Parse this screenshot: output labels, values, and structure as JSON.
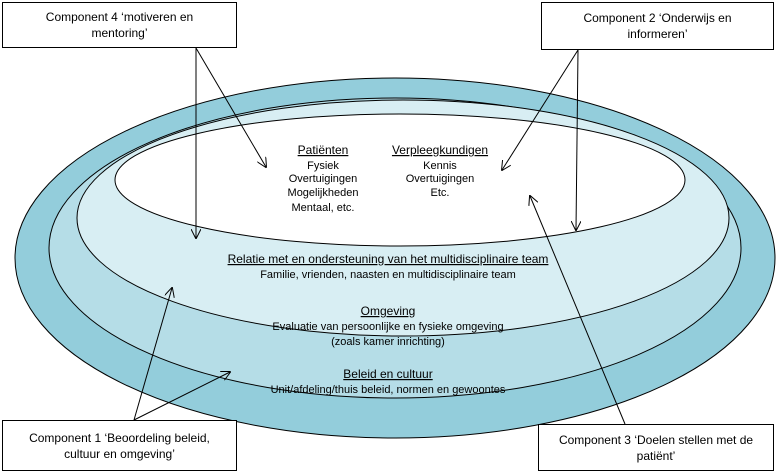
{
  "components": {
    "c4": "Component 4 ‘motiveren en mentoring’",
    "c2": "Component 2 ‘Onderwijs en informeren’",
    "c1": "Component 1 ‘Beoordeling beleid, cultuur en omgeving’",
    "c3": "Component 3 ‘Doelen stellen met de patiënt’"
  },
  "inner": {
    "patients": {
      "title": "Patiënten",
      "lines": [
        "Fysiek",
        "Overtuigingen",
        "Mogelijkheden",
        "Mentaal, etc."
      ]
    },
    "nurses": {
      "title": "Verpleegkundigen",
      "lines": [
        "Kennis",
        "Overtuigingen",
        "Etc."
      ]
    }
  },
  "ring_team": {
    "title": "Relatie met en ondersteuning van het multidisciplinaire team",
    "line": "Familie, vrienden, naasten en multidisciplinaire team"
  },
  "ring_env": {
    "title": "Omgeving",
    "lines": [
      "Evaluatie van persoonlijke en fysieke omgeving",
      "(zoals kamer inrichting)"
    ]
  },
  "ring_policy": {
    "title": "Beleid en cultuur",
    "line": "Unit/afdeling/thuis beleid, normen en gewoontes"
  },
  "colors": {
    "outer": "#93cddb",
    "ring2": "#b5dde7",
    "ring3": "#d8eef3",
    "core": "#ffffff",
    "stroke": "#000000"
  }
}
